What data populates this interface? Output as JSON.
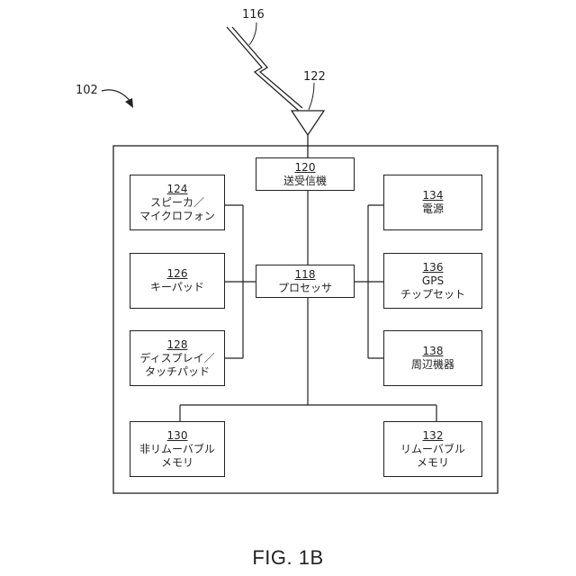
{
  "labels": {
    "device": "102",
    "signal": "116",
    "antenna": "122"
  },
  "components": {
    "transceiver": {
      "num": "120",
      "name": "送受信機"
    },
    "processor": {
      "num": "118",
      "name": "プロセッサ"
    },
    "speaker": {
      "num": "124",
      "line1": "スピーカ／",
      "line2": "マイクロフォン"
    },
    "keypad": {
      "num": "126",
      "name": "キーパッド"
    },
    "display": {
      "num": "128",
      "line1": "ディスプレイ／",
      "line2": "タッチパッド"
    },
    "power": {
      "num": "134",
      "name": "電源"
    },
    "gps": {
      "num": "136",
      "line1": "GPS",
      "line2": "チップセット"
    },
    "peripherals": {
      "num": "138",
      "name": "周辺機器"
    },
    "nonremovable": {
      "num": "130",
      "line1": "非リムーバブル",
      "line2": "メモリ"
    },
    "removable": {
      "num": "132",
      "line1": "リムーバブル",
      "line2": "メモリ"
    }
  },
  "caption": "FIG. 1B"
}
